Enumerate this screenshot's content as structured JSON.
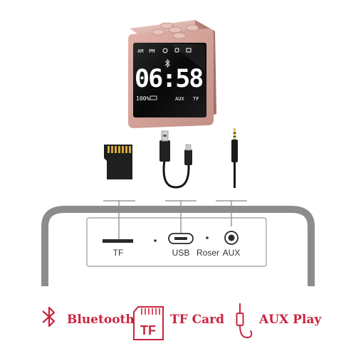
{
  "speaker": {
    "display": {
      "am": "AM",
      "pm": "PM",
      "time": "06:58",
      "battery": "100%",
      "aux": "AUX",
      "tf": "TF"
    }
  },
  "ports": {
    "tf": "TF",
    "usb": "USB",
    "reset": "Roser",
    "aux": "AUX"
  },
  "features": {
    "bluetooth": "Bluetooth",
    "tf_card_badge": "TF",
    "tf_card": "TF Card",
    "aux_play": "AUX Play"
  },
  "colors": {
    "feature_red": "#c9243f",
    "rose_gold": "#d9a7a0"
  }
}
